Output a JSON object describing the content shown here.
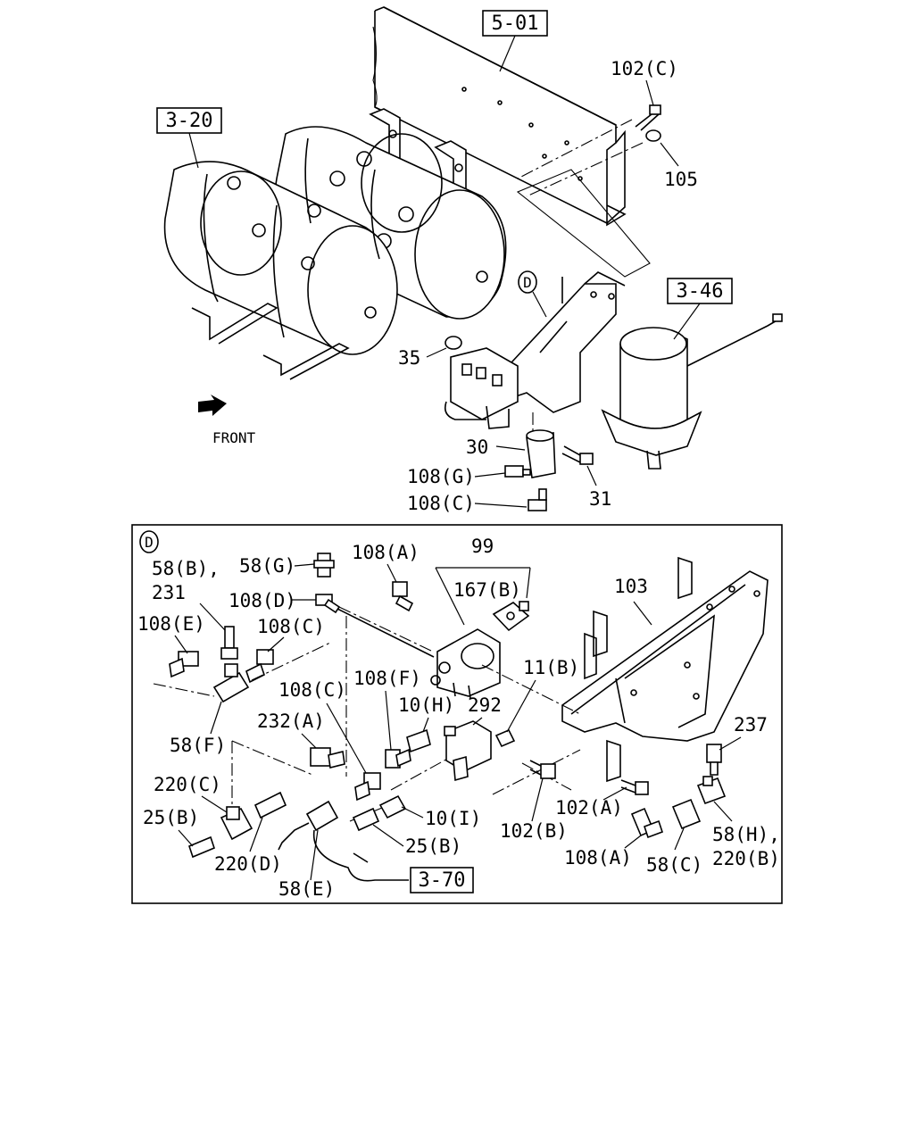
{
  "refs": {
    "r501": "5-01",
    "r320": "3-20",
    "r346": "3-46",
    "r370": "3-70"
  },
  "front_label": "FRONT",
  "detail_marker": "D",
  "top_labels": {
    "l102c": "102(C)",
    "l105": "105",
    "l35": "35",
    "l30": "30",
    "l31": "31",
    "l108g": "108(G)",
    "l108c": "108(C)"
  },
  "detail_labels": {
    "l58b": "58(B),",
    "l231": "231",
    "l58g": "58(G)",
    "l108a_top": "108(A)",
    "l99": "99",
    "l167b": "167(B)",
    "l103": "103",
    "l108d": "108(D)",
    "l108e": "108(E)",
    "l108c_a": "108(C)",
    "l11b": "11(B)",
    "l108f": "108(F)",
    "l10h": "10(H)",
    "l292": "292",
    "l108c_b": "108(C)",
    "l58f": "58(F)",
    "l232a": "232(A)",
    "l237": "237",
    "l220c": "220(C)",
    "l25b_l": "25(B)",
    "l10i": "10(I)",
    "l102a": "102(A)",
    "l102b": "102(B)",
    "l25b_r": "25(B)",
    "l220d": "220(D)",
    "l108a_bot": "108(A)",
    "l58c": "58(C)",
    "l58h": "58(H),",
    "l220b": "220(B)",
    "l58e": "58(E)"
  }
}
